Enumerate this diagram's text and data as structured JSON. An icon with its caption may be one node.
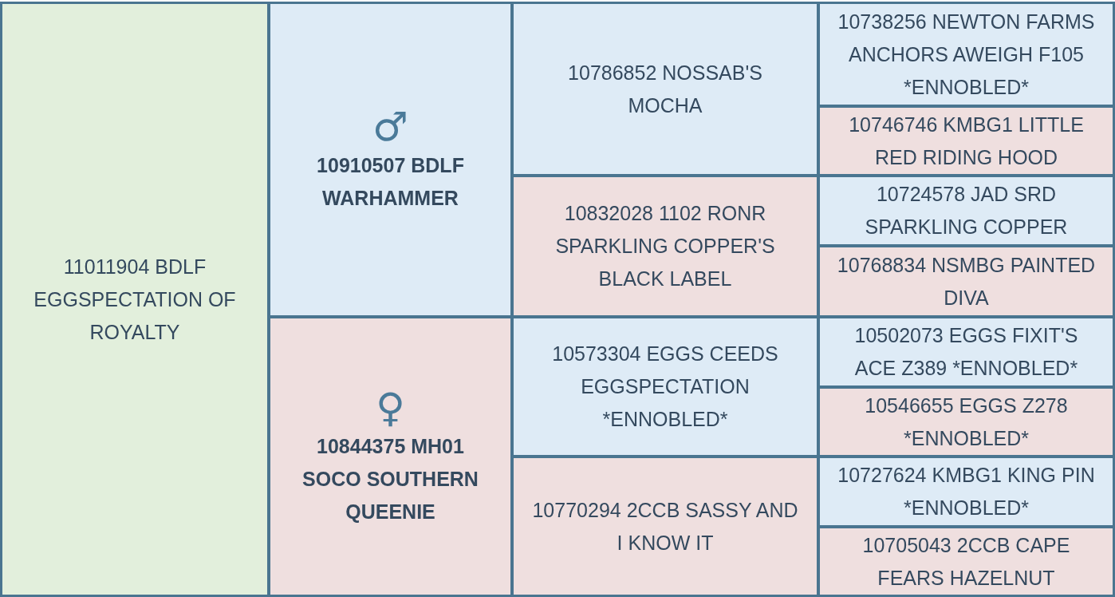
{
  "diagram": {
    "nodes": [
      {
        "text": [
          "11011904 BDLF EGGSPECTATION OF ROYALTY"
        ]
      },
      {
        "text": [
          "♂",
          "10910507 BDLF WARHAMMER"
        ]
      },
      {
        "text": [
          "10786852 NOSSAB'S MOCHA"
        ]
      },
      {
        "text": [
          "10738256 NEWTON FARMS ANCHORS AWEIGH F105 *ENNOBLED*"
        ]
      },
      {
        "text": [
          "10746746 KMBG1 LITTLE RED RIDING HOOD"
        ]
      },
      {
        "text": [
          "10832028 1102 RONR SPARKLING COPPER'S BLACK LABEL"
        ]
      },
      {
        "text": [
          "10724578 JAD SRD SPARKLING COPPER"
        ]
      },
      {
        "text": [
          "10768834 NSMBG PAINTED DIVA"
        ]
      },
      {
        "text": [
          "♀",
          "10844375 MH01 SOCO SOUTHERN QUEENIE"
        ]
      },
      {
        "text": [
          "10573304 EGGS CEEDS EGGSPECTATION *ENNOBLED*"
        ]
      },
      {
        "text": [
          "10502073 EGGS FIXIT'S ACE Z389 *ENNOBLED*"
        ]
      },
      {
        "text": [
          "10546655 EGGS Z278 *ENNOBLED*"
        ]
      },
      {
        "text": [
          "10770294 2CCB SASSY AND I KNOW IT"
        ]
      },
      {
        "text": [
          "10727624 KMBG1 KING PIN *ENNOBLED*"
        ]
      },
      {
        "text": [
          "10705043 2CCB CAPE FEARS HAZELNUT"
        ]
      }
    ]
  }
}
